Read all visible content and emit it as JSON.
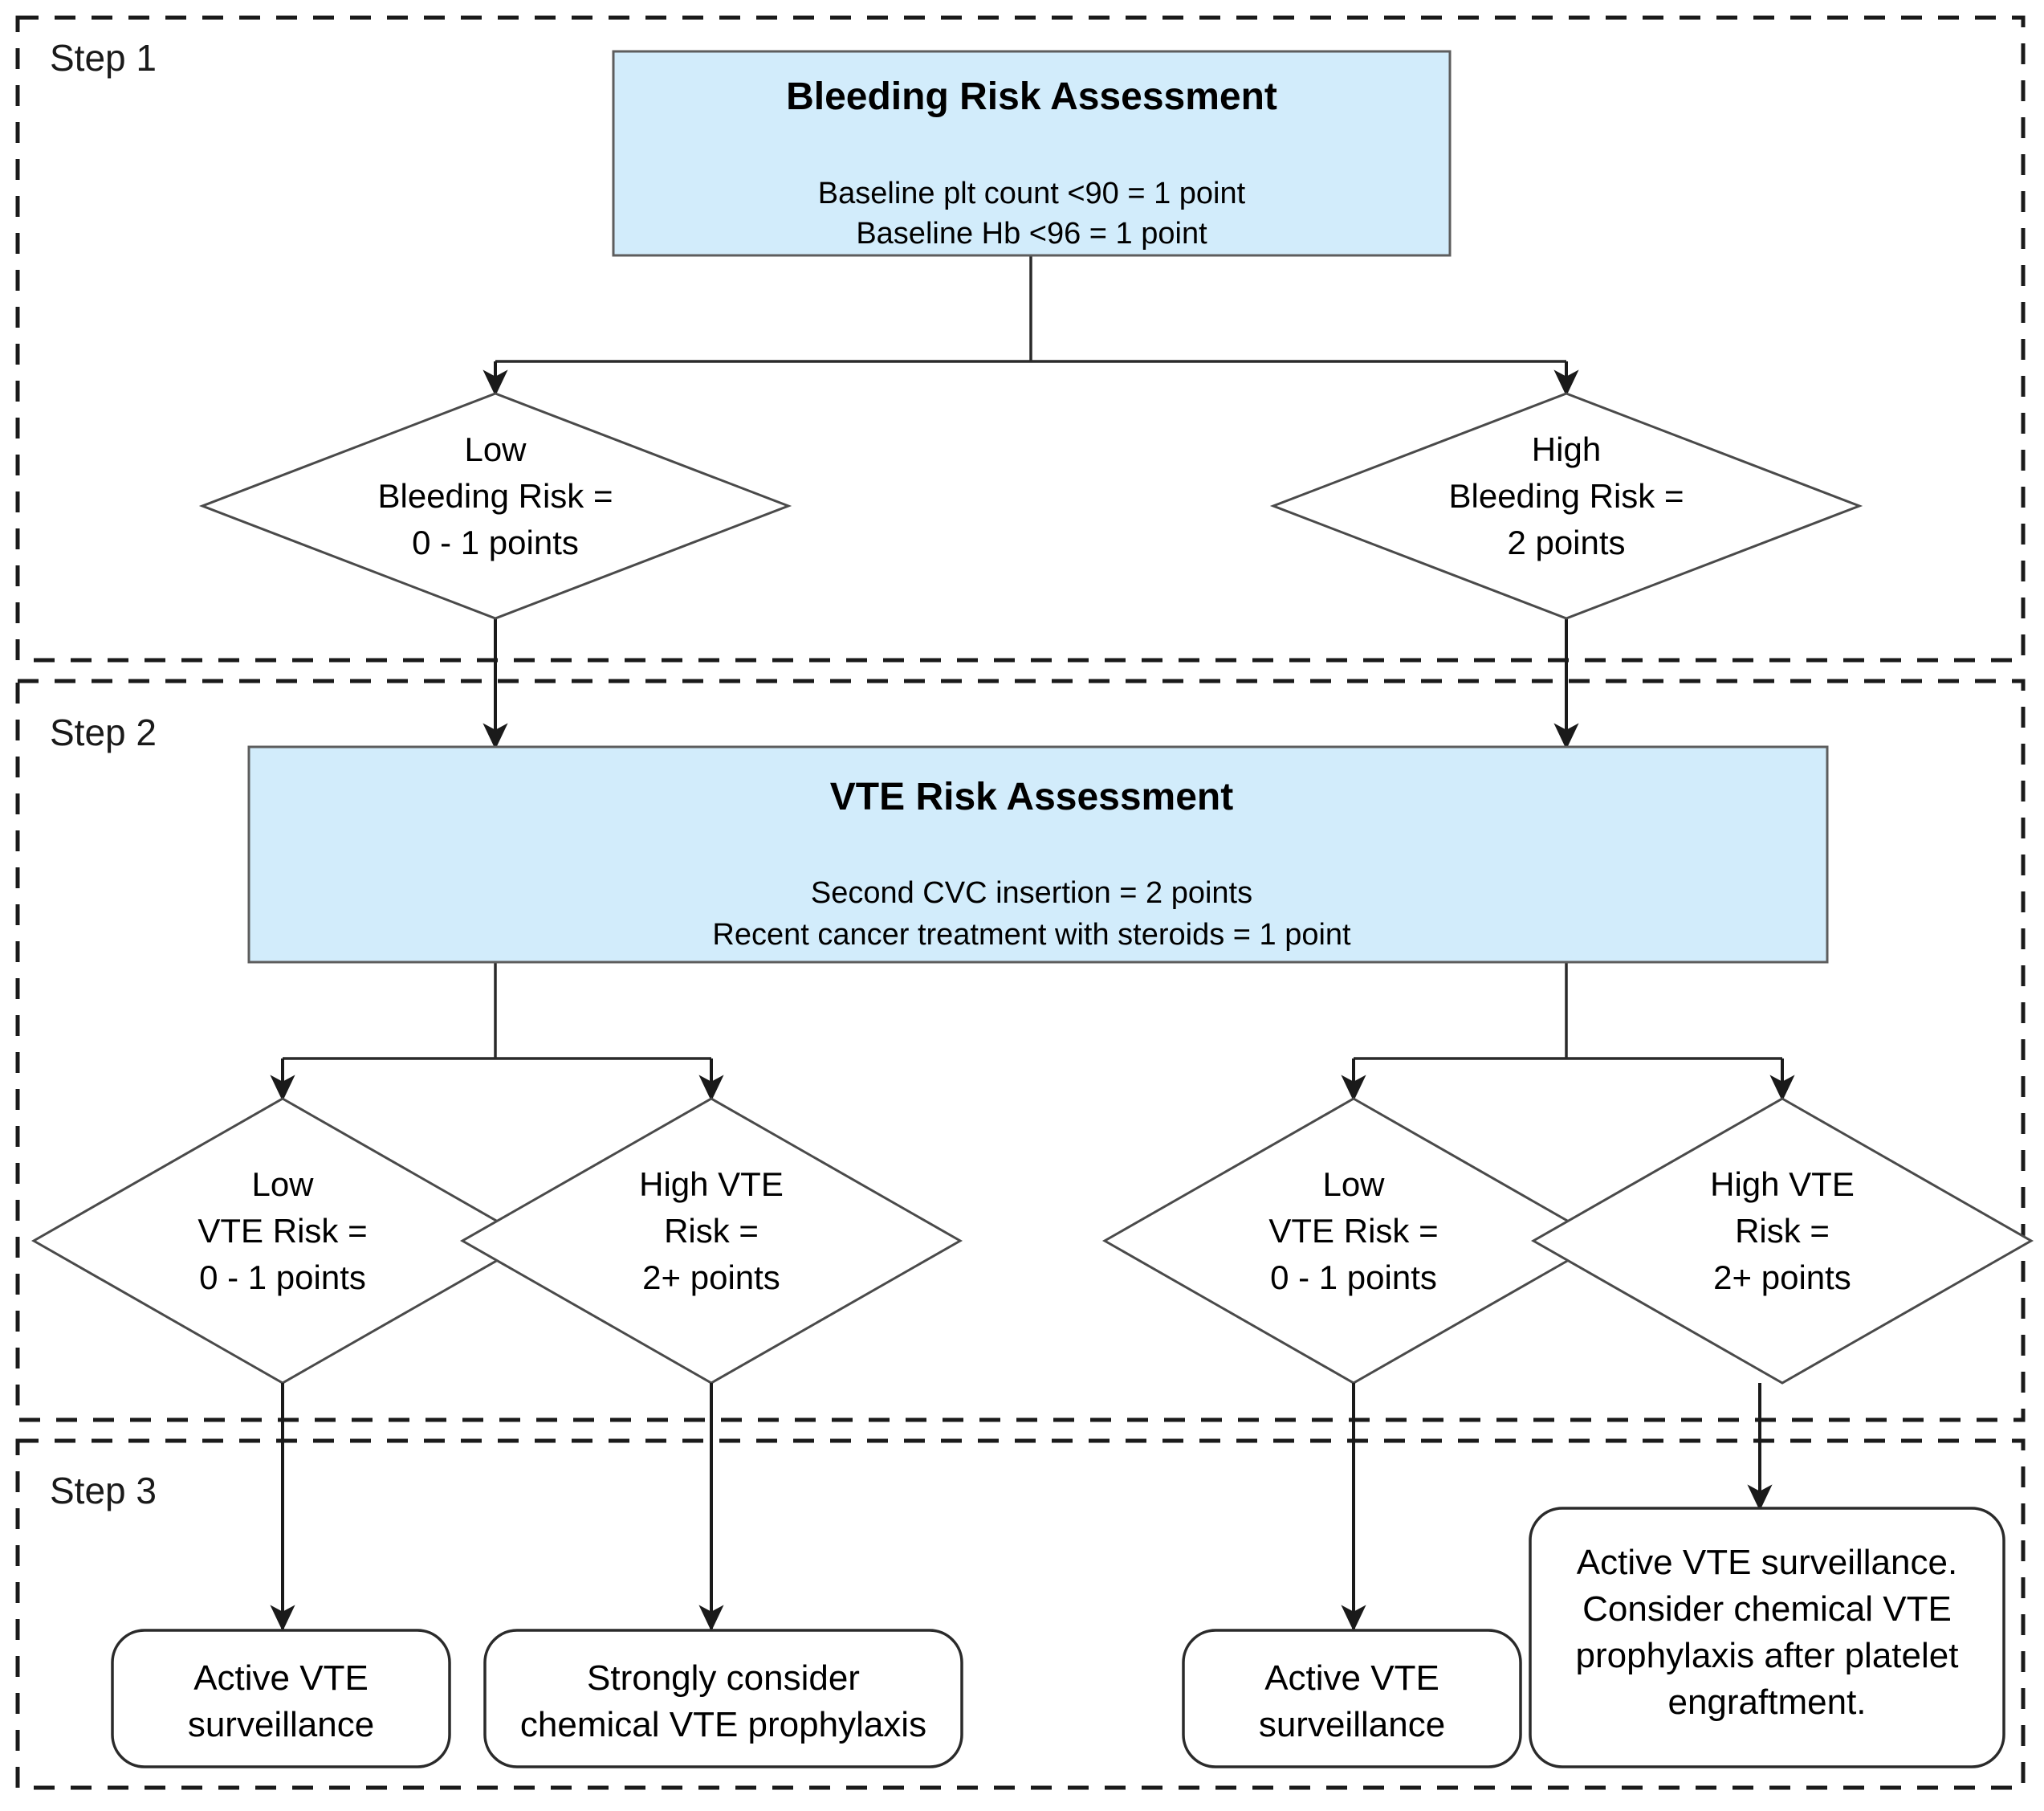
{
  "diagram": {
    "title": "VTE risk assessment and prophylaxis algorithm",
    "accent_blue": "#d2ecfb",
    "outline_color": "#1a1a1a"
  },
  "steps": [
    {
      "id": "step1",
      "label": "Step 1"
    },
    {
      "id": "step2",
      "label": "Step 2"
    },
    {
      "id": "step3",
      "label": "Step 3"
    }
  ],
  "step1": {
    "assessment": {
      "title": "Bleeding Risk Assessment",
      "criteria": [
        "Baseline plt count <90 = 1 point",
        "Baseline Hb <96 = 1 point"
      ]
    },
    "branches": [
      {
        "id": "low-bleeding-risk",
        "lines": [
          "Low",
          "Bleeding Risk =",
          "0 - 1 points"
        ]
      },
      {
        "id": "high-bleeding-risk",
        "lines": [
          "High",
          "Bleeding Risk =",
          "2 points"
        ]
      }
    ]
  },
  "step2": {
    "assessment": {
      "title": "VTE Risk Assessment",
      "criteria": [
        "Second CVC insertion = 2 points",
        "Recent cancer treatment with steroids = 1 point"
      ]
    },
    "branches": [
      {
        "id": "low-vte-risk-left",
        "lines": [
          "Low",
          "VTE Risk =",
          "0 - 1 points"
        ]
      },
      {
        "id": "high-vte-risk-left",
        "lines": [
          "High VTE",
          "Risk =",
          "2+ points"
        ]
      },
      {
        "id": "low-vte-risk-right",
        "lines": [
          "Low",
          "VTE Risk =",
          "0 - 1 points"
        ]
      },
      {
        "id": "high-vte-risk-right",
        "lines": [
          "High VTE",
          "Risk =",
          "2+ points"
        ]
      }
    ]
  },
  "step3": {
    "outcomes": [
      {
        "id": "outcome-1",
        "lines": [
          "Active VTE",
          "surveillance"
        ]
      },
      {
        "id": "outcome-2",
        "lines": [
          "Strongly consider",
          "chemical VTE prophylaxis"
        ]
      },
      {
        "id": "outcome-3",
        "lines": [
          "Active VTE",
          "surveillance"
        ]
      },
      {
        "id": "outcome-4",
        "lines": [
          "Active VTE surveillance.",
          "Consider chemical VTE",
          "prophylaxis after platelet",
          "engraftment."
        ]
      }
    ]
  }
}
